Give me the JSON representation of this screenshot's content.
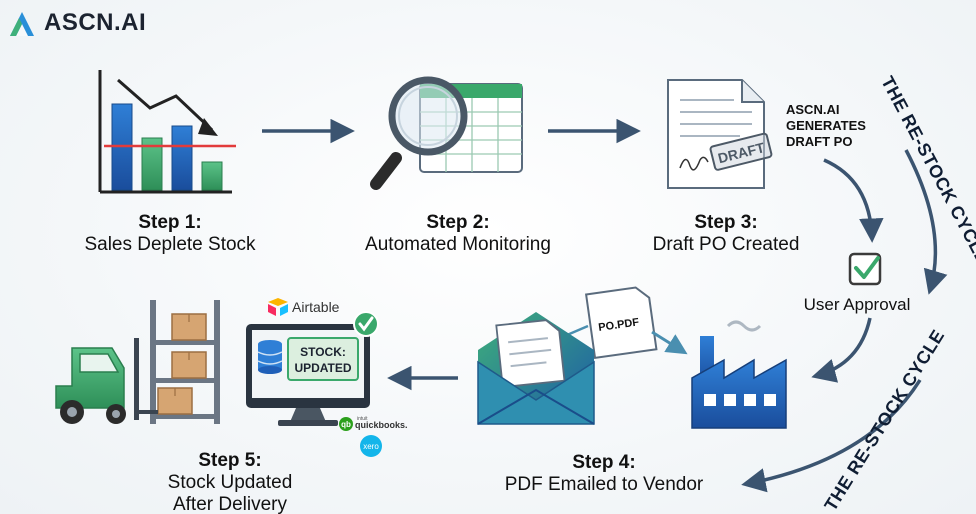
{
  "brand": {
    "name": "ASCN.AI"
  },
  "steps": [
    {
      "title": "Step 1:",
      "desc": "Sales Deplete Stock"
    },
    {
      "title": "Step 2:",
      "desc": "Automated Monitoring"
    },
    {
      "title": "Step 3:",
      "desc": "Draft PO Created"
    },
    {
      "title": "Step 4:",
      "desc": "PDF Emailed to Vendor"
    },
    {
      "title": "Step 5:",
      "desc": "Stock Updated",
      "desc2": "After Delivery"
    }
  ],
  "labels": {
    "generates": [
      "ASCN.AI",
      "GENERATES",
      "DRAFT PO"
    ],
    "draft_stamp": "DRAFT",
    "user_approval": "User Approval",
    "po_pdf": "PO.PDF",
    "stock_updated": [
      "STOCK:",
      "UPDATED"
    ],
    "airtable": "Airtable",
    "quickbooks_top": "intuit",
    "quickbooks": "quickbooks.",
    "xero": "xero"
  },
  "cycle_label": "THE RE-STOCK CYCLE",
  "colors": {
    "blue": "#1f5fb8",
    "green": "#3aa86b",
    "dark_arrow": "#3b5470",
    "red_line": "#e23b3b"
  }
}
